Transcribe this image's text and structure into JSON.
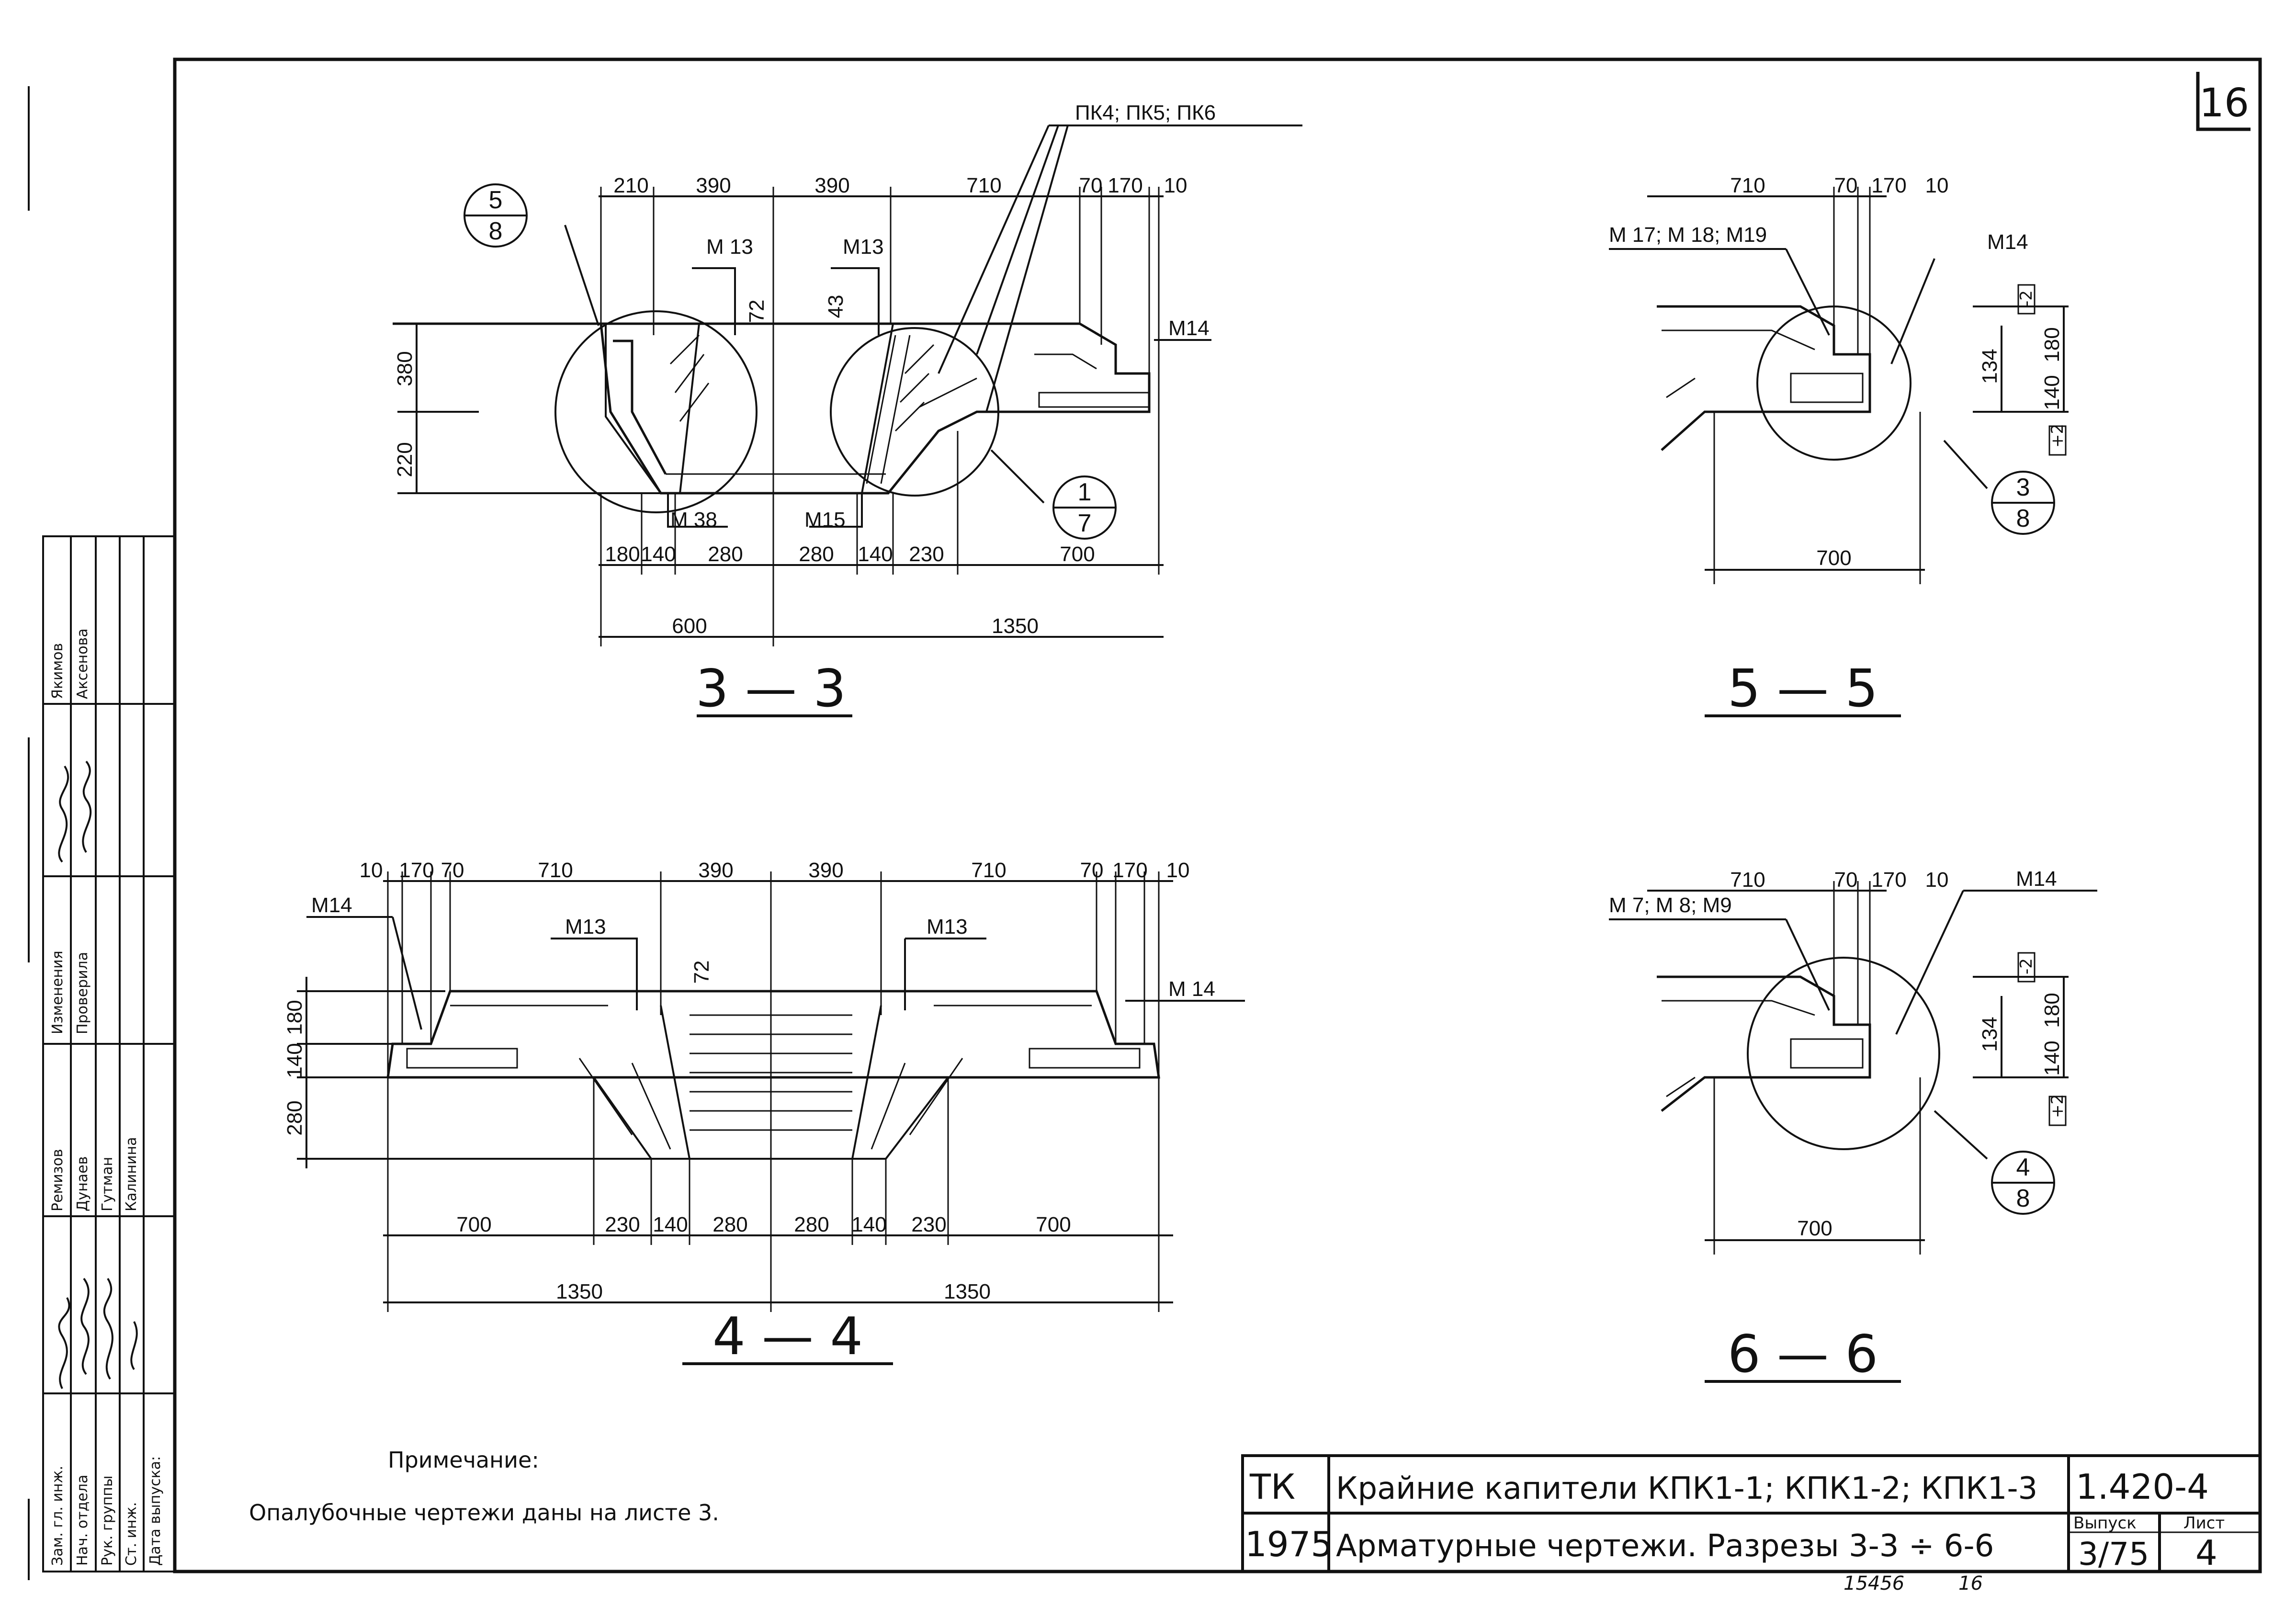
{
  "sheet_number": "16",
  "sections": {
    "s33": {
      "title": "3 — 3",
      "callout_pk": "ПК4; ПК5; ПК6",
      "labels": [
        "М 13",
        "М13",
        "М14",
        "М 38",
        "М15"
      ],
      "dim72": "72",
      "dim43": "43",
      "dims_top": [
        "210",
        "390",
        "390",
        "710",
        "70",
        "170",
        "10"
      ],
      "dims_bottom": [
        "180",
        "140",
        "280",
        "280",
        "140",
        "230",
        "700"
      ],
      "dims_total": [
        "600",
        "1350"
      ],
      "dims_left": [
        "380",
        "220"
      ],
      "bubbles": [
        {
          "num": "5",
          "den": "8"
        },
        {
          "num": "1",
          "den": "7"
        }
      ]
    },
    "s55": {
      "title": "5 — 5",
      "labels": [
        "М 17; М 18; М19",
        "М14"
      ],
      "dims_top": [
        "710",
        "70",
        "170",
        "10"
      ],
      "dims_right": [
        "134",
        "180",
        "140"
      ],
      "marks": [
        "-2",
        "+2"
      ],
      "dim_bottom": "700",
      "bubble": {
        "num": "3",
        "den": "8"
      }
    },
    "s44": {
      "title": "4 — 4",
      "labels": [
        "М14",
        "М13",
        "М13",
        "М 14"
      ],
      "dim72": "72",
      "dims_top": [
        "10",
        "170",
        "70",
        "710",
        "390",
        "390",
        "710",
        "70",
        "170",
        "10"
      ],
      "dims_left": [
        "180",
        "140",
        "280"
      ],
      "dims_bottom": [
        "700",
        "230",
        "140",
        "280",
        "280",
        "140",
        "230",
        "700"
      ],
      "dims_total": [
        "1350",
        "1350"
      ]
    },
    "s66": {
      "title": "6 — 6",
      "labels": [
        "М 7; М 8; М9",
        "М14"
      ],
      "dims_top": [
        "710",
        "70",
        "170",
        "10"
      ],
      "dims_right": [
        "134",
        "180",
        "140"
      ],
      "marks": [
        "-2",
        "+2"
      ],
      "dim_bottom": "700",
      "bubble": {
        "num": "4",
        "den": "8"
      }
    }
  },
  "note": {
    "heading": "Примечание:",
    "text": "Опалубочные чертежи даны на листе 3."
  },
  "title_block": {
    "org": "ТК",
    "year": "1975",
    "line1": "Крайние капители КПК1-1; КПК1-2; КПК1-3",
    "line2": "Арматурные чертежи. Разрезы 3-3 ÷ 6-6",
    "doc_code": "1.420-4",
    "issue_label": "Выпуск",
    "issue_value": "3/75",
    "sheet_label": "Лист",
    "sheet_value": "4"
  },
  "footer": {
    "number": "15456",
    "page": "16"
  },
  "side_stamp": {
    "roles": [
      "Зам. гл. инж.",
      "Нач. отдела",
      "Рук. группы",
      "Ст. инж.",
      "Дата выпуска:"
    ],
    "names": [
      "Ремизов",
      "Дунаев",
      "Гутман",
      "Калинина"
    ],
    "changes": [
      "Изменения",
      "Проверила"
    ],
    "revisers": [
      "Якимов",
      "Аксенова"
    ]
  }
}
